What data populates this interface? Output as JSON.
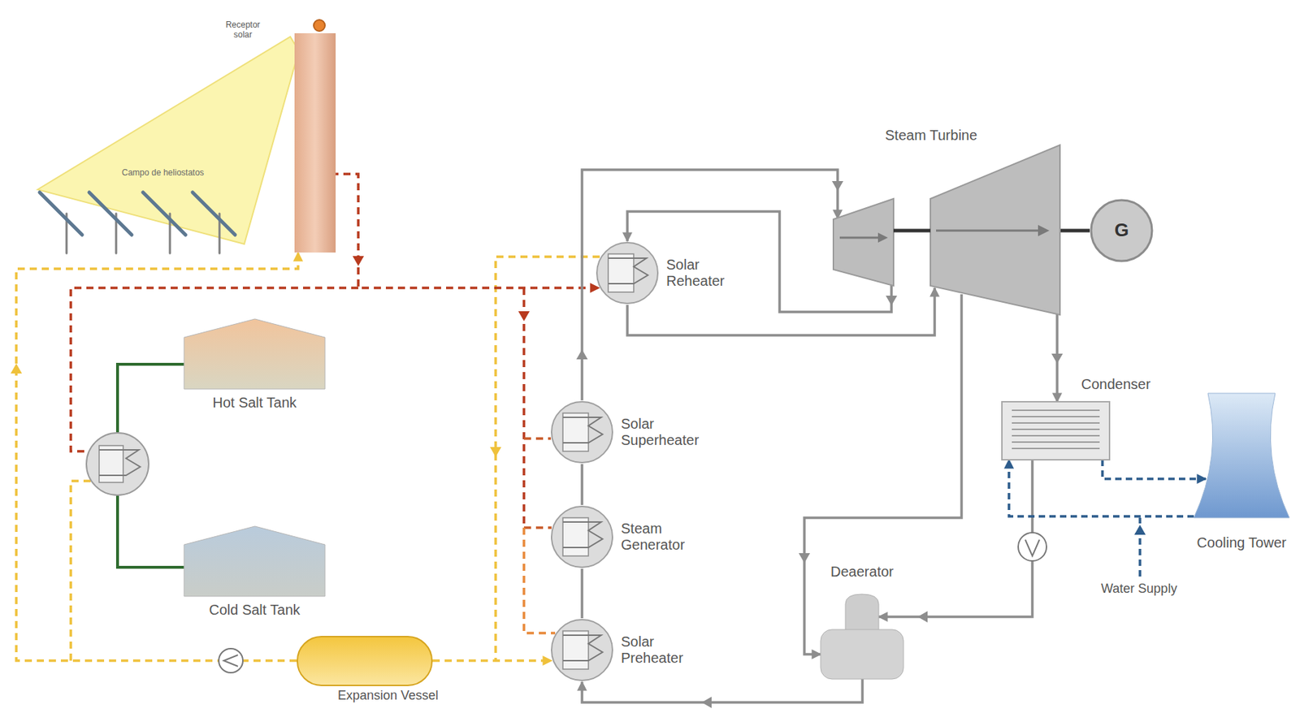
{
  "diagram": {
    "nodes": [
      {
        "text": [
          "Campo de heliostatos"
        ]
      },
      {
        "text": [
          "Receptor solar"
        ]
      },
      {
        "text": [
          "Hot Salt Tank"
        ]
      },
      {
        "text": [
          "Cold Salt Tank"
        ]
      },
      {
        "text": [
          "Solar Reheater"
        ]
      },
      {
        "text": [
          "Solar Superheater"
        ]
      },
      {
        "text": [
          "Steam Generator"
        ]
      },
      {
        "text": [
          "Solar Preheater"
        ]
      },
      {
        "text": [
          "Expansion Vessel"
        ]
      },
      {
        "text": [
          "Steam Turbine"
        ]
      },
      {
        "text": [
          "G"
        ]
      },
      {
        "text": [
          "Condenser"
        ]
      },
      {
        "text": [
          "Cooling Tower"
        ]
      },
      {
        "text": [
          "Deaerator"
        ]
      }
    ],
    "edges": [
      {
        "from": 1,
        "to": 4,
        "arrow": "to"
      },
      {
        "from": 4,
        "to": 9,
        "arrow": "to"
      },
      {
        "from": 9,
        "to": 4,
        "arrow": "to"
      },
      {
        "from": 5,
        "to": 9,
        "arrow": "to"
      },
      {
        "from": 9,
        "to": 10,
        "arrow": "none"
      },
      {
        "from": 9,
        "to": 11,
        "arrow": "to"
      },
      {
        "from": 9,
        "to": 13,
        "arrow": "to"
      },
      {
        "from": 11,
        "to": 13,
        "arrow": "to"
      },
      {
        "from": 13,
        "to": 7,
        "arrow": "to"
      },
      {
        "from": 7,
        "to": 6,
        "arrow": "none"
      },
      {
        "from": 6,
        "to": 5,
        "arrow": "none"
      },
      {
        "from": 11,
        "to": 12,
        "arrow": "to"
      },
      {
        "from": 12,
        "to": 11,
        "arrow": "to"
      },
      {
        "from": 8,
        "to": 7,
        "arrow": "to"
      },
      {
        "from": 8,
        "to": 1,
        "arrow": "to"
      }
    ],
    "labels": [
      "Water Supply"
    ]
  }
}
